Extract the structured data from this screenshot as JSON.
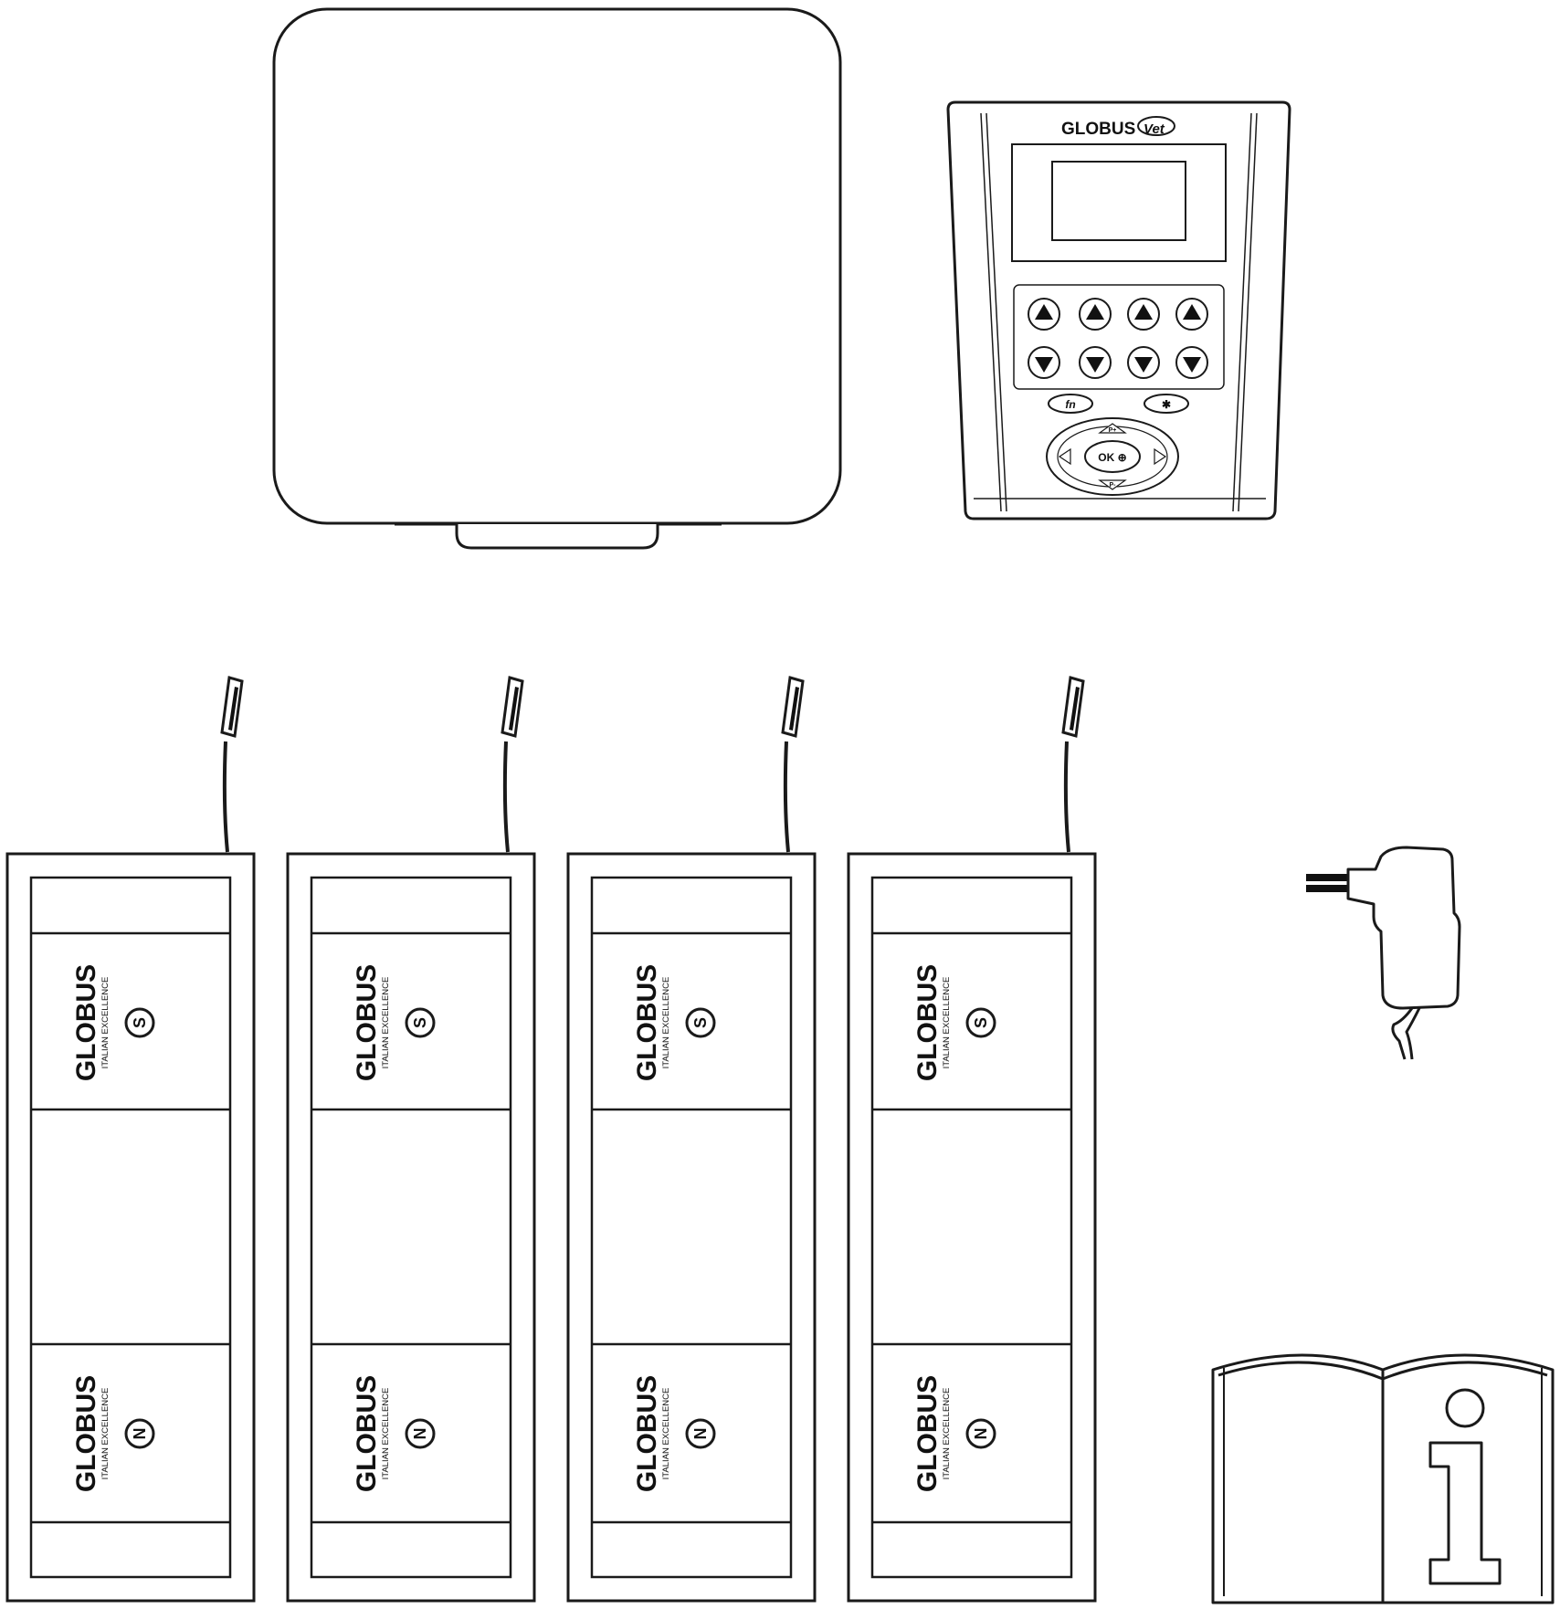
{
  "device": {
    "brand": "GLOBUS",
    "brand_suffix": "Vet",
    "ok_label": "OK ⊕",
    "fn_label": "fn",
    "star_label": "✱",
    "p_plus_label": "P+",
    "p_minus_label": "P-"
  },
  "applicators": [
    {
      "brand": "GLOBUS",
      "tagline": "ITALIAN EXCELLENCE",
      "pole_top": "S",
      "pole_bottom": "N"
    },
    {
      "brand": "GLOBUS",
      "tagline": "ITALIAN EXCELLENCE",
      "pole_top": "S",
      "pole_bottom": "N"
    },
    {
      "brand": "GLOBUS",
      "tagline": "ITALIAN EXCELLENCE",
      "pole_top": "S",
      "pole_bottom": "N"
    },
    {
      "brand": "GLOBUS",
      "tagline": "ITALIAN EXCELLENCE",
      "pole_top": "S",
      "pole_bottom": "N"
    }
  ],
  "manual": {
    "info_symbol": "i"
  },
  "colors": {
    "stroke": "#1a1a1a",
    "fill": "#ffffff"
  }
}
